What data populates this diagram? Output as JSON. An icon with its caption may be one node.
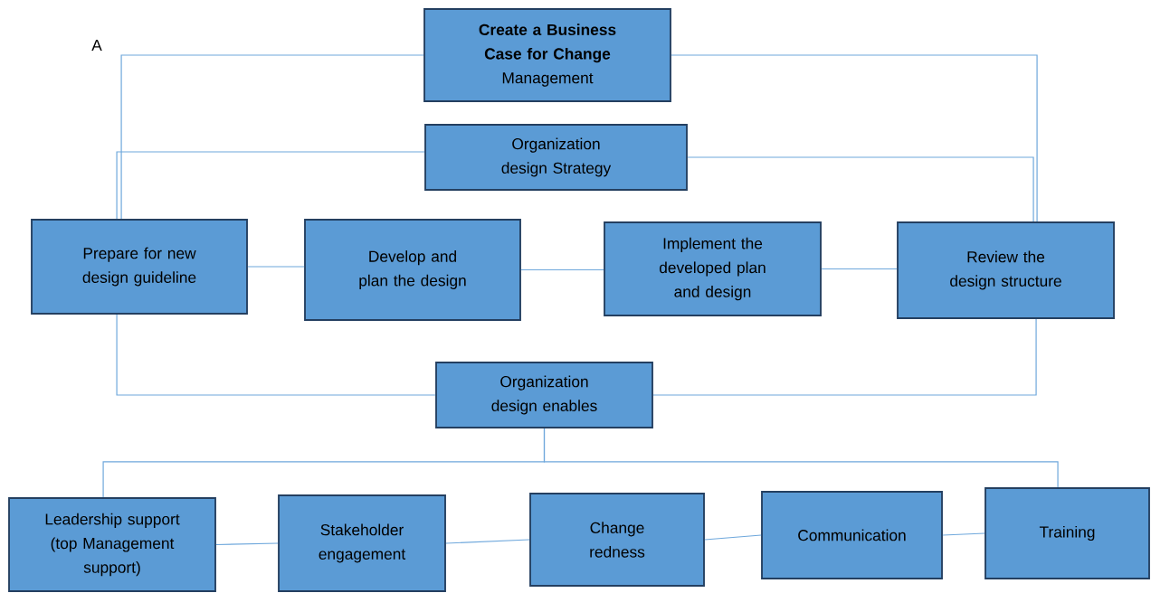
{
  "diagram": {
    "nodes": [
      {
        "text": [
          "Create a Business Case for Change",
          "Management"
        ]
      },
      {
        "text": [
          "Organization design Strategy"
        ]
      },
      {
        "text": [
          "Prepare for new design guideline"
        ]
      },
      {
        "text": [
          "Develop and plan the design"
        ]
      },
      {
        "text": [
          "Implement the developed plan and design"
        ]
      },
      {
        "text": [
          "Review the design structure"
        ]
      },
      {
        "text": [
          "Organization design enables"
        ]
      },
      {
        "text": [
          "Leadership support (top Management support)"
        ]
      },
      {
        "text": [
          "Stakeholder engagement"
        ]
      },
      {
        "text": [
          "Change redness"
        ]
      },
      {
        "text": [
          "Communication"
        ]
      },
      {
        "text": [
          "Training"
        ]
      }
    ],
    "edges": [
      {
        "from": 0,
        "to": 2,
        "arrow": "none"
      },
      {
        "from": 0,
        "to": 5,
        "arrow": "none"
      },
      {
        "from": 1,
        "to": 2,
        "arrow": "none"
      },
      {
        "from": 1,
        "to": 5,
        "arrow": "none"
      },
      {
        "from": 2,
        "to": 3,
        "arrow": "none"
      },
      {
        "from": 3,
        "to": 4,
        "arrow": "none"
      },
      {
        "from": 4,
        "to": 5,
        "arrow": "none"
      },
      {
        "from": 2,
        "to": 6,
        "arrow": "none"
      },
      {
        "from": 5,
        "to": 6,
        "arrow": "none"
      },
      {
        "from": 6,
        "to": 7,
        "arrow": "none"
      },
      {
        "from": 6,
        "to": 11,
        "arrow": "none"
      },
      {
        "from": 7,
        "to": 8,
        "arrow": "none"
      },
      {
        "from": 8,
        "to": 9,
        "arrow": "none"
      },
      {
        "from": 9,
        "to": 10,
        "arrow": "none"
      },
      {
        "from": 10,
        "to": 11,
        "arrow": "none"
      }
    ],
    "labels": [
      "A"
    ]
  }
}
